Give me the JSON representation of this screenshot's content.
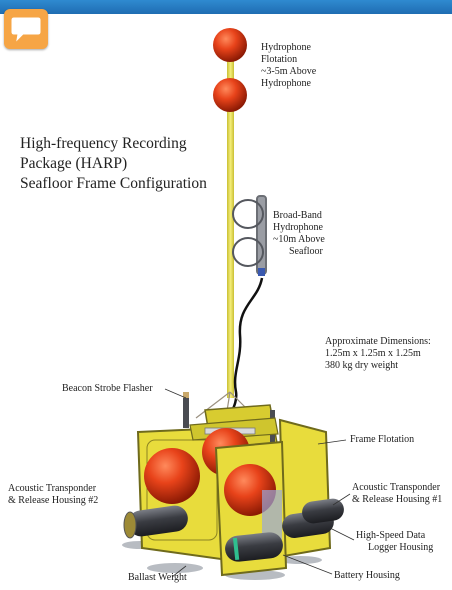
{
  "title": {
    "line1": "High-frequency Recording",
    "line2": "Package (HARP)",
    "line3": "Seafloor Frame Configuration"
  },
  "labels": {
    "hydrophone_flotation": [
      "Hydrophone",
      "Flotation",
      "~3-5m Above",
      "Hydrophone"
    ],
    "broadband_hydrophone": [
      "Broad-Band",
      "Hydrophone",
      "~10m Above",
      "Seafloor"
    ],
    "dimensions": [
      "Approximate Dimensions:",
      "1.25m x 1.25m x 1.25m",
      "380 kg dry weight"
    ],
    "beacon": "Beacon Strobe Flasher",
    "frame_flotation": "Frame Flotation",
    "transponder_1": [
      "Acoustic Transponder",
      "& Release Housing #1"
    ],
    "transponder_2": [
      "Acoustic Transponder",
      "& Release Housing #2"
    ],
    "data_logger": [
      "High-Speed Data",
      "Logger Housing"
    ],
    "ballast": "Ballast Weight",
    "battery": "Battery Housing"
  },
  "icons": {
    "chat": "speech-bubble-icon"
  },
  "colors": {
    "header": "#2275bd",
    "chat_button": "#f6a545",
    "float": "#e2421c",
    "frame": "#e8dc3c",
    "rope": "#efe75c",
    "housing": "#3a3c42"
  }
}
